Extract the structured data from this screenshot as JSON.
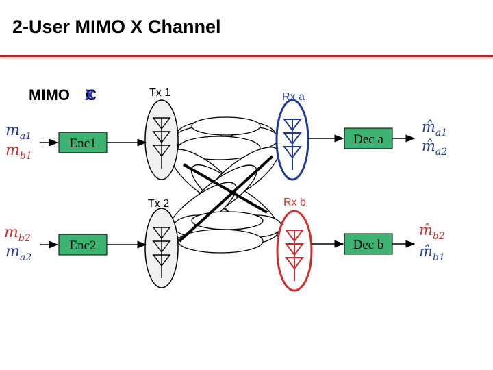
{
  "title": "2-User MIMO X Channel",
  "label": {
    "prefix": "MIMO ",
    "x_char": "X",
    "c_char": "C"
  },
  "tx": [
    "Tx 1",
    "Tx 2"
  ],
  "rx": [
    "Rx a",
    "Rx b"
  ],
  "encoders": [
    "Enc1",
    "Enc2"
  ],
  "decoders": [
    "Dec a",
    "Dec b"
  ],
  "messages": {
    "enc1_in": [
      {
        "base": "m",
        "sub": "a1"
      },
      {
        "base": "m",
        "sub": "b1"
      }
    ],
    "enc2_in": [
      {
        "base": "m",
        "sub": "b2"
      },
      {
        "base": "m",
        "sub": "a2"
      }
    ],
    "deca_out": [
      {
        "base": "m̂",
        "sub": "a1"
      },
      {
        "base": "m̂",
        "sub": "a2"
      }
    ],
    "decb_out": [
      {
        "base": "m̂",
        "sub": "b2"
      },
      {
        "base": "m̂",
        "sub": "b1"
      }
    ]
  },
  "colors": {
    "user_a": "#1f3a9a",
    "user_b": "#d42a2a",
    "box_fill": "#3cb371",
    "rule": "#a52a2a",
    "ellipse_fill": "#f0f0f0",
    "x_overlay": "#2233cc"
  }
}
